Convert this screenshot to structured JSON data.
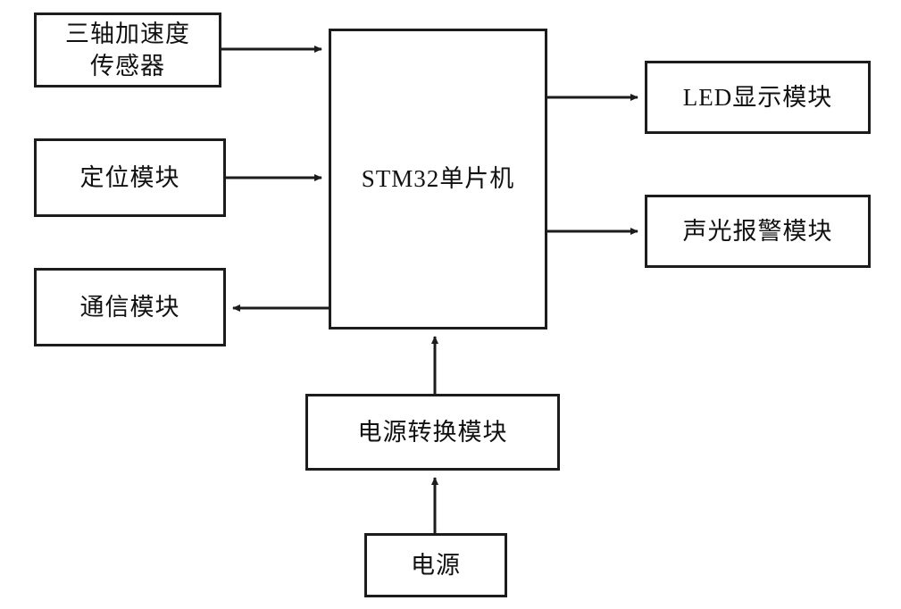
{
  "diagram": {
    "nodes": {
      "accel_sensor": {
        "label": "三轴加速度\n传感器"
      },
      "positioning": {
        "label": "定位模块"
      },
      "communication": {
        "label": "通信模块"
      },
      "mcu": {
        "label": "STM32单片机"
      },
      "led_display": {
        "label": "LED显示模块"
      },
      "alarm": {
        "label": "声光报警模块"
      },
      "power_converter": {
        "label": "电源转换模块"
      },
      "power": {
        "label": "电源"
      }
    },
    "edges": [
      {
        "from": "accel_sensor",
        "to": "mcu"
      },
      {
        "from": "positioning",
        "to": "mcu"
      },
      {
        "from": "mcu",
        "to": "communication"
      },
      {
        "from": "mcu",
        "to": "led_display"
      },
      {
        "from": "mcu",
        "to": "alarm"
      },
      {
        "from": "power_converter",
        "to": "mcu"
      },
      {
        "from": "power",
        "to": "power_converter"
      }
    ],
    "colors": {
      "background": "#ffffff",
      "line": "#1c1c1c",
      "text": "#111111"
    }
  }
}
